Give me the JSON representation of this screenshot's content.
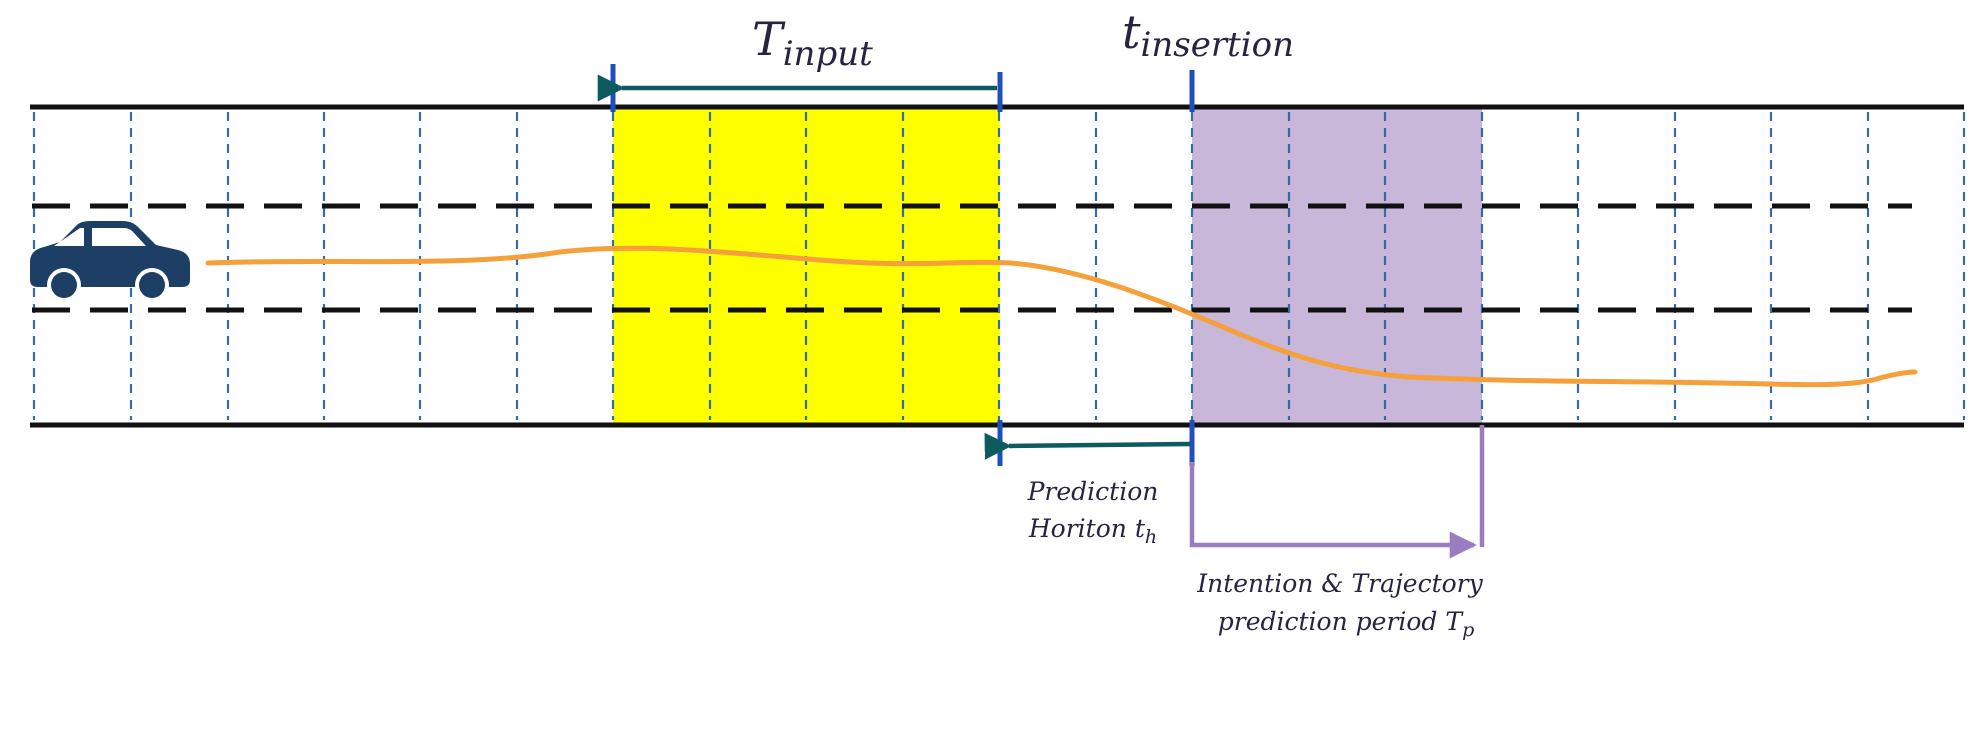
{
  "labels": {
    "t_input_main": "T",
    "t_input_sub": "input",
    "t_insertion_main": "t",
    "t_insertion_sub": "insertion",
    "horizon_line1": "Prediction",
    "horizon_line2_main": "Horiton t",
    "horizon_line2_sub": "h",
    "period_line1": "Intention & Trajectory",
    "period_line2_main": "prediction period T",
    "period_line2_sub": "p"
  },
  "icons": {
    "vehicle": "car-icon"
  },
  "colors": {
    "road_border": "#111111",
    "lane_dash": "#111111",
    "grid_dash": "#2f6ea8",
    "input_window": "#ffff00",
    "prediction_window": "#c8b7d9",
    "trajectory": "#f5a03a",
    "marker_blue": "#1f4fbf",
    "arrow_teal": "#0d5a5f",
    "arrow_purple": "#9a7cc0",
    "car": "#1d3f66"
  }
}
